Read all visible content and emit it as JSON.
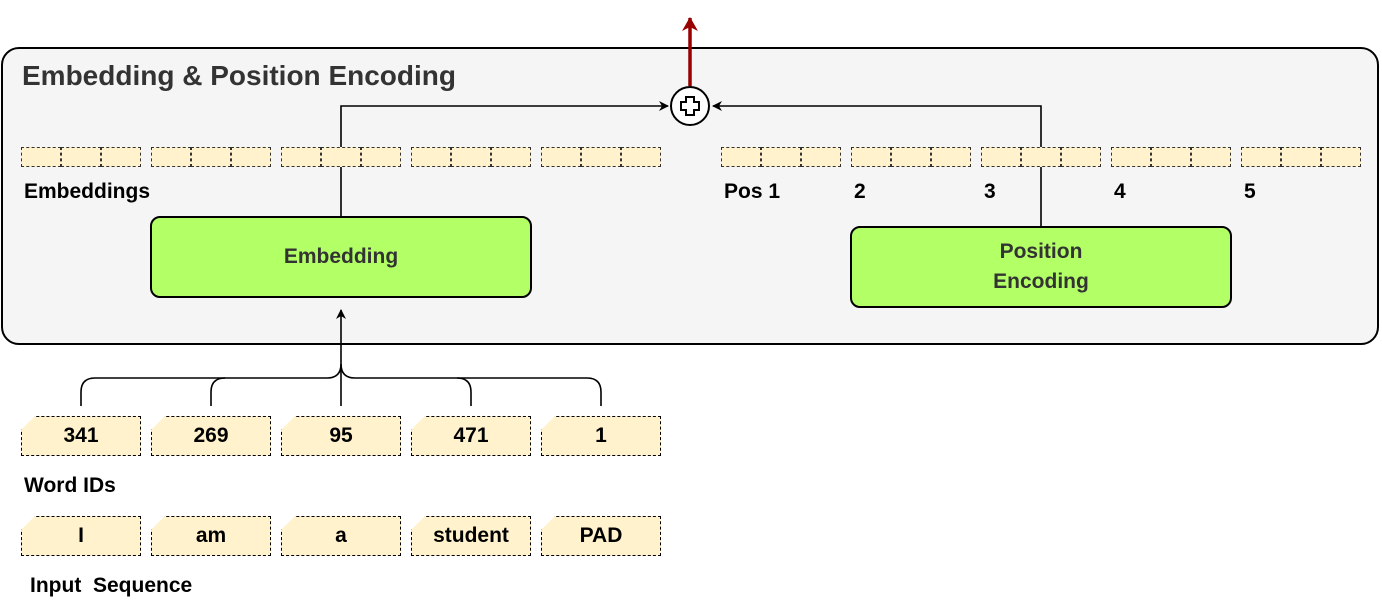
{
  "title": "Embedding & Position Encoding",
  "embeddings_label": "Embeddings",
  "embedding_box": "Embedding",
  "position_box": {
    "line1": "Position",
    "line2": "Encoding"
  },
  "pos_labels": [
    "Pos 1",
    "2",
    "3",
    "4",
    "5"
  ],
  "word_ids_label": "Word IDs",
  "word_ids": [
    "341",
    "269",
    "95",
    "471",
    "1"
  ],
  "input_label": "Input  Sequence",
  "tokens": [
    "I",
    "am",
    "a",
    "student",
    "PAD"
  ],
  "colors": {
    "panel": "#f5f5f5",
    "box": "#b3ff66",
    "cell": "#fff2cc",
    "output_arrow": "#990000"
  }
}
